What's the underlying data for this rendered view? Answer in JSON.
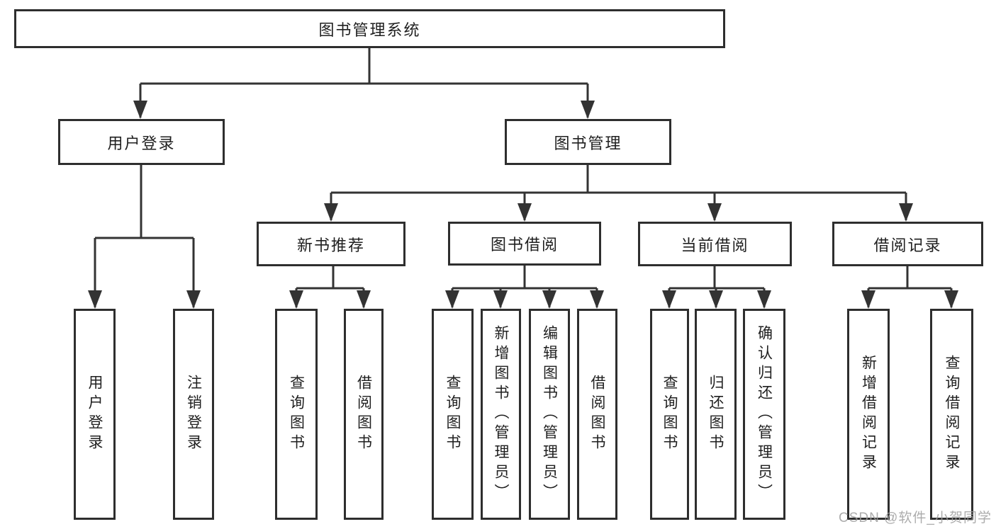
{
  "diagram": {
    "title_node": {
      "label": "图书管理系统"
    },
    "level2": [
      {
        "label": "用户登录"
      },
      {
        "label": "图书管理"
      }
    ],
    "level3": [
      {
        "label": "新书推荐"
      },
      {
        "label": "图书借阅"
      },
      {
        "label": "当前借阅"
      },
      {
        "label": "借阅记录"
      }
    ],
    "leaves": {
      "user_login": [
        "用户登录",
        "注销登录"
      ],
      "new_book_recommend": [
        "查询图书",
        "借阅图书"
      ],
      "book_borrowing": [
        "查询图书",
        "新增图书（管理员）",
        "编辑图书（管理员）",
        "借阅图书"
      ],
      "current_borrowing": [
        "查询图书",
        "归还图书",
        "确认归还（管理员）"
      ],
      "borrowing_records": [
        "新增借阅记录",
        "查询借阅记录"
      ]
    }
  },
  "watermark": {
    "text": "CSDN @软件_小贺同学"
  },
  "colors": {
    "line": "#333333",
    "box_border": "#2e2e2e",
    "text": "#1f1f1f",
    "background": "#ffffff",
    "watermark": "#9e9e9e"
  }
}
